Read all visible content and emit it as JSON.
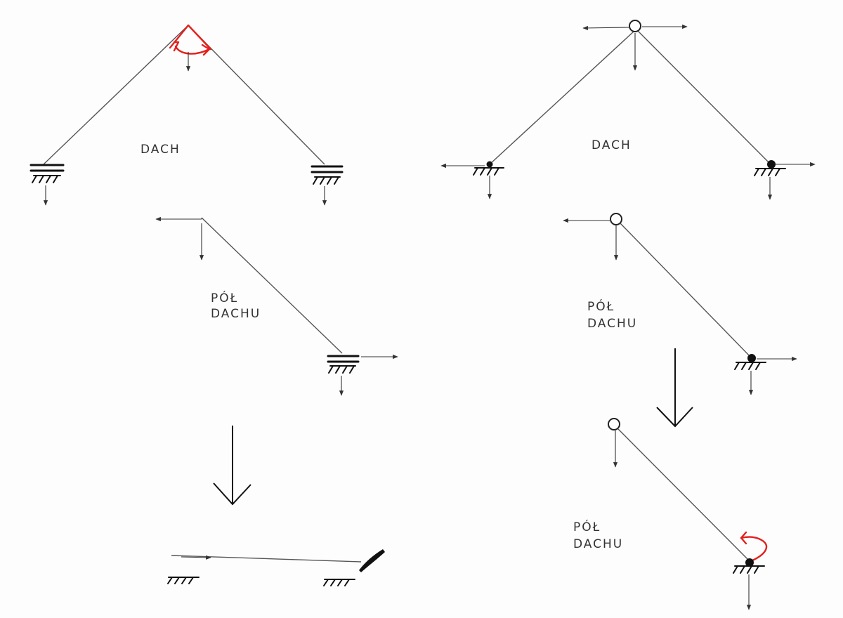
{
  "labels": {
    "roof_left": "DACH",
    "roof_right": "DACH",
    "half_left_line1": "PÓŁ",
    "half_left_line2": "DACHU",
    "half_right_line1": "PÓŁ",
    "half_right_line2": "DACHU",
    "half_bottom_line1": "PÓŁ",
    "half_bottom_line2": "DACHU"
  },
  "colors": {
    "member": "#555555",
    "support": "#111111",
    "highlight": "#e3211c"
  }
}
